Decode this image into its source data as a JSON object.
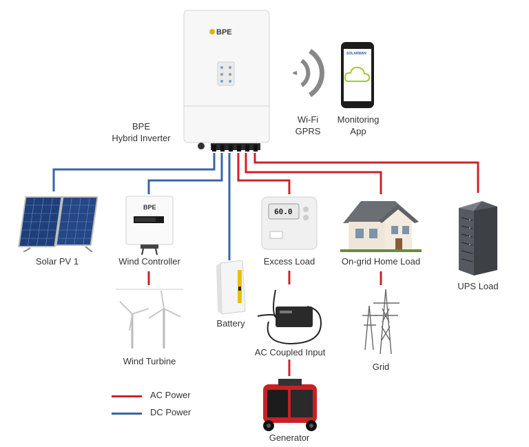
{
  "inverter": {
    "brand": "BPE",
    "label_line1": "BPE",
    "label_line2": "Hybrid Inverter",
    "display_value": "60.0"
  },
  "wireless": {
    "label_line1": "Wi-Fi",
    "label_line2": "GPRS"
  },
  "app": {
    "brand": "SOLARMAN",
    "label_line1": "Monitoring",
    "label_line2": "App"
  },
  "components": {
    "solar": "Solar PV 1",
    "wind_controller": "Wind Controller",
    "wind_controller_brand": "BPE",
    "wind_turbine": "Wind Turbine",
    "battery": "Battery",
    "excess_load": "Excess Load",
    "ac_coupled": "AC Coupled Input",
    "generator": "Generator",
    "home_load": "On-grid Home Load",
    "grid": "Grid",
    "ups": "UPS Load"
  },
  "legend": {
    "ac": {
      "label": "AC Power",
      "color": "#cc2229"
    },
    "dc": {
      "label": "DC Power",
      "color": "#3a63a8"
    }
  }
}
